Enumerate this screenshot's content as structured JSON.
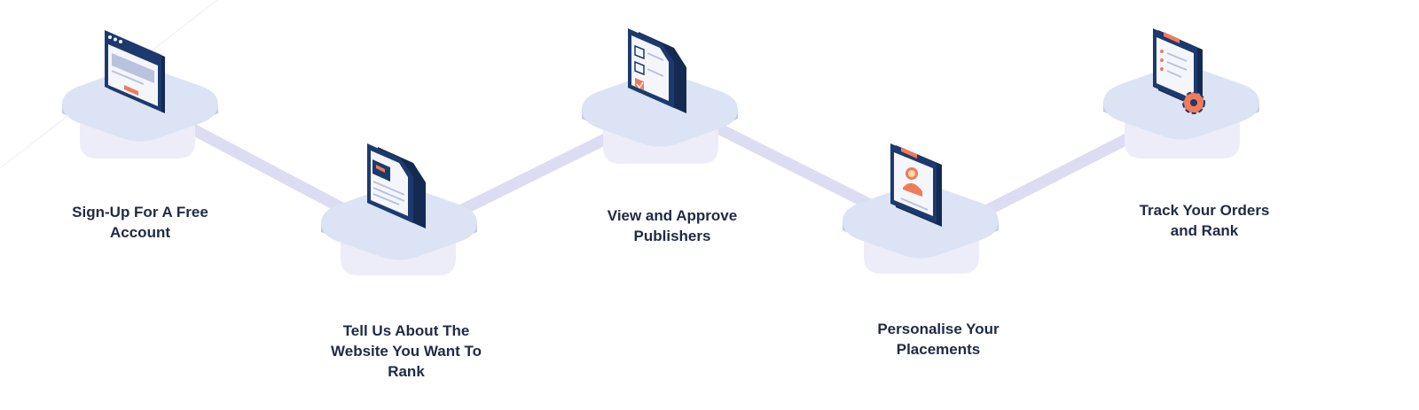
{
  "colors": {
    "platform_top": "#dbe3f4",
    "platform_side": "#c5c9ea",
    "platform_shadow": "#ecedf8",
    "connector": "#dcdcf2",
    "icon_navy": "#1d3a6e",
    "icon_navy_dark": "#142a52",
    "icon_paper": "#f4f6fc",
    "icon_accent": "#f07b5a",
    "icon_line": "#b9c2de",
    "label_text": "#1f2a44"
  },
  "steps": [
    {
      "label": "Sign-Up For A Free\nAccount",
      "icon": "browser-window-icon"
    },
    {
      "label": "Tell Us About The\nWebsite You Want To\nRank",
      "icon": "website-document-icon"
    },
    {
      "label": "View and Approve\nPublishers",
      "icon": "checklist-document-icon"
    },
    {
      "label": "Personalise Your\nPlacements",
      "icon": "clipboard-profile-icon"
    },
    {
      "label": "Track Your Orders\nand Rank",
      "icon": "clipboard-gear-icon"
    }
  ]
}
